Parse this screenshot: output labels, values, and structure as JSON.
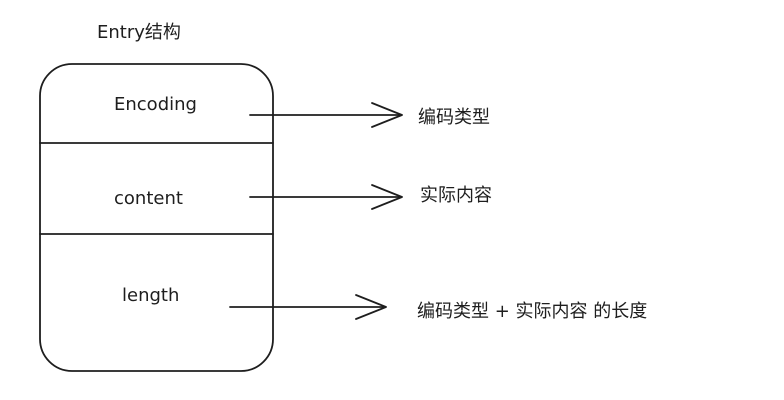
{
  "diagram": {
    "title": "Entry结构",
    "fields": [
      {
        "label": "Encoding",
        "description": "编码类型"
      },
      {
        "label": "content",
        "description": "实际内容"
      },
      {
        "label": "length",
        "description": "编码类型 + 实际内容 的长度"
      }
    ],
    "colors": {
      "ink": "#1e1e1e",
      "background": "#ffffff"
    }
  }
}
